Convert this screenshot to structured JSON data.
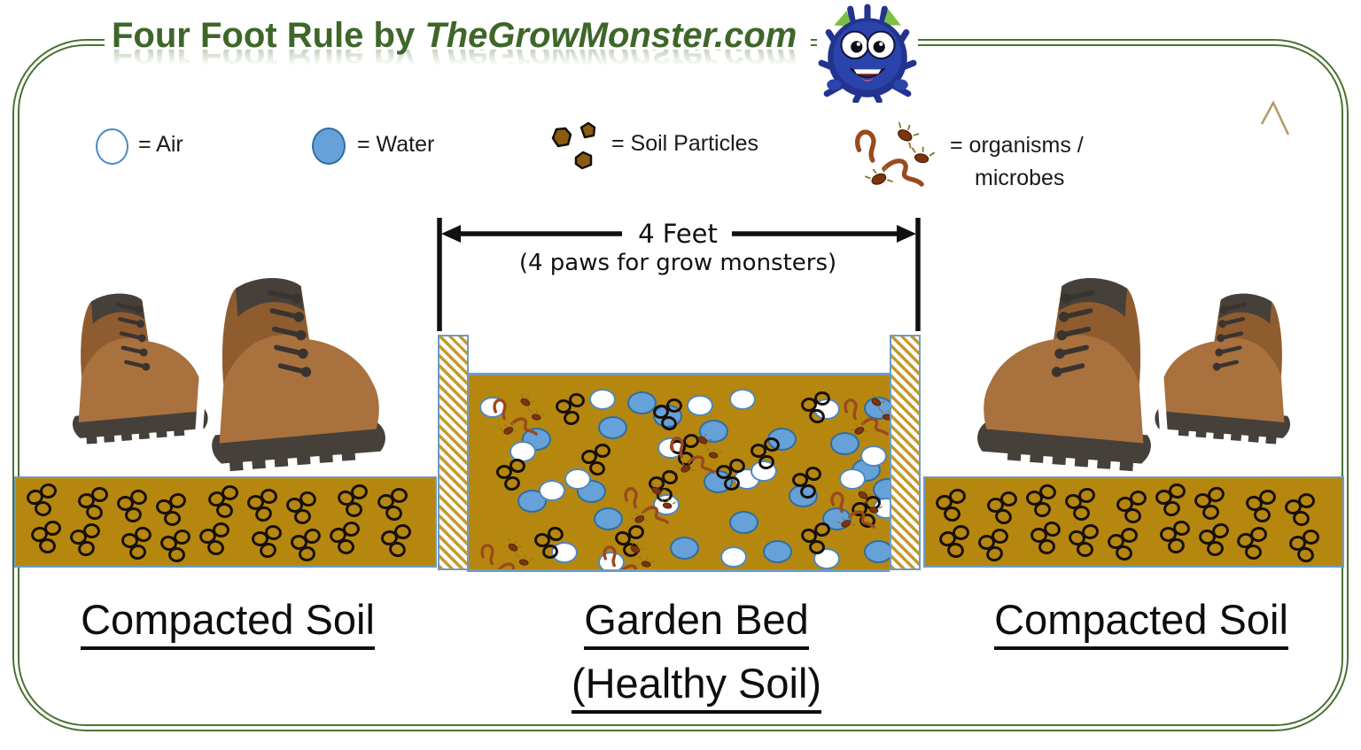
{
  "title": {
    "prefix": "Four Foot Rule by ",
    "brand": "TheGrowMonster.com"
  },
  "legend": {
    "air_label": "= Air",
    "water_label": "= Water",
    "soil_label": "= Soil Particles",
    "organisms_label_line1": "= organisms /",
    "organisms_label_line2": "microbes"
  },
  "measurement": {
    "label": "4 Feet",
    "sublabel": "(4 paws for grow monsters)"
  },
  "labels": {
    "left": "Compacted Soil",
    "center_line1": "Garden Bed",
    "center_line2": "(Healthy Soil)",
    "right": "Compacted Soil"
  },
  "colors": {
    "frame_green": "#4a7232",
    "title_green": "#3e6629",
    "soil": "#b6870e",
    "soil_border_blue": "#6f9bc4",
    "water_fill": "#66a1d8",
    "water_border": "#2e6da4",
    "air_border": "#4d88c0",
    "post_hatch_gold": "#c59a2b",
    "particle_outline": "#181008",
    "worm_brown": "#9a4a1f",
    "boot_light": "#a8713e",
    "boot_dark": "#8f5c30",
    "boot_sole": "#46403a",
    "monster_blue": "#23338f",
    "monster_horn_green": "#7cc043"
  },
  "figure": {
    "garden_bed": {
      "air": [
        [
          3,
          11
        ],
        [
          29,
          7
        ],
        [
          52,
          10
        ],
        [
          62,
          7
        ],
        [
          82,
          12
        ],
        [
          10,
          34
        ],
        [
          45,
          32
        ],
        [
          93,
          36
        ],
        [
          17,
          54
        ],
        [
          23,
          48
        ],
        [
          44,
          61
        ],
        [
          63,
          48
        ],
        [
          67,
          44
        ],
        [
          88,
          48
        ],
        [
          20,
          86
        ],
        [
          31,
          91
        ],
        [
          60,
          88
        ],
        [
          82,
          89
        ],
        [
          96,
          63
        ]
      ],
      "water": [
        [
          13,
          27
        ],
        [
          31,
          21
        ],
        [
          38,
          8
        ],
        [
          55,
          23
        ],
        [
          71,
          27
        ],
        [
          86,
          29
        ],
        [
          91,
          43
        ],
        [
          26,
          54
        ],
        [
          56,
          49
        ],
        [
          76,
          56
        ],
        [
          96,
          53
        ],
        [
          12,
          59
        ],
        [
          48,
          83
        ],
        [
          70,
          85
        ],
        [
          94,
          85
        ],
        [
          30,
          68
        ],
        [
          62,
          70
        ],
        [
          94,
          11
        ],
        [
          44,
          15
        ],
        [
          84,
          68
        ]
      ],
      "particle_clusters": [
        [
          21,
          9
        ],
        [
          44,
          12
        ],
        [
          79,
          8
        ],
        [
          27,
          35
        ],
        [
          48,
          30
        ],
        [
          67,
          32
        ],
        [
          59,
          43
        ],
        [
          16,
          78
        ],
        [
          43,
          49
        ],
        [
          77,
          47
        ],
        [
          91,
          62
        ],
        [
          79,
          76
        ],
        [
          35,
          77
        ],
        [
          7,
          43
        ]
      ],
      "organism_clusters": [
        [
          5,
          8
        ],
        [
          88,
          8
        ],
        [
          47,
          28
        ],
        [
          36,
          54
        ],
        [
          2,
          83
        ],
        [
          31,
          84
        ],
        [
          85,
          56
        ]
      ]
    },
    "compacted_strips": {
      "columns": 9,
      "row_tops_pct": [
        12,
        54
      ]
    }
  }
}
